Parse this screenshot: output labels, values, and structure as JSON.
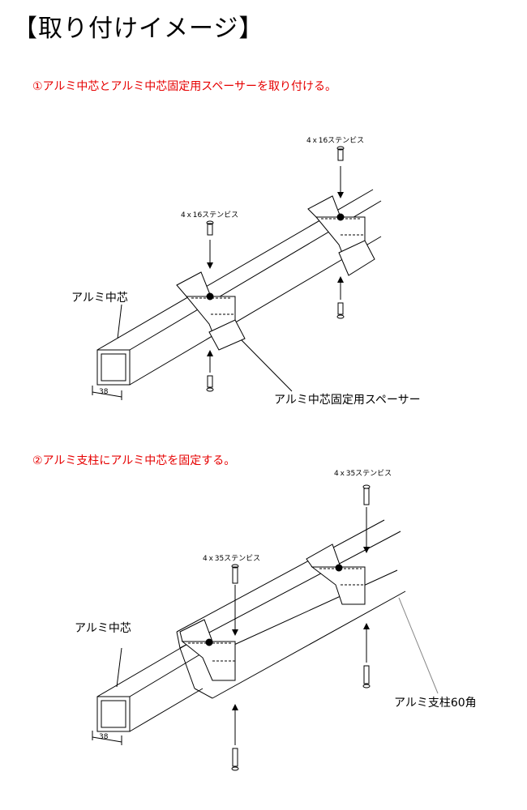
{
  "title": "【取り付けイメージ】",
  "steps": [
    "①アルミ中芯とアルミ中芯固定用スペーサーを取り付ける。",
    "②アルミ支柱にアルミ中芯を固定する。"
  ],
  "figure1": {
    "screw_top_right": "4ｘ16ステンビス",
    "screw_top_left": "4ｘ16ステンビス",
    "core_label": "アルミ中芯",
    "spacer_label": "アルミ中芯固定用スペーサー",
    "dimension": "38"
  },
  "figure2": {
    "screw_top_right": "4ｘ35ステンビス",
    "screw_top_left": "4ｘ35ステンビス",
    "core_label": "アルミ中芯",
    "post_label": "アルミ支柱60角",
    "dimension": "38"
  }
}
